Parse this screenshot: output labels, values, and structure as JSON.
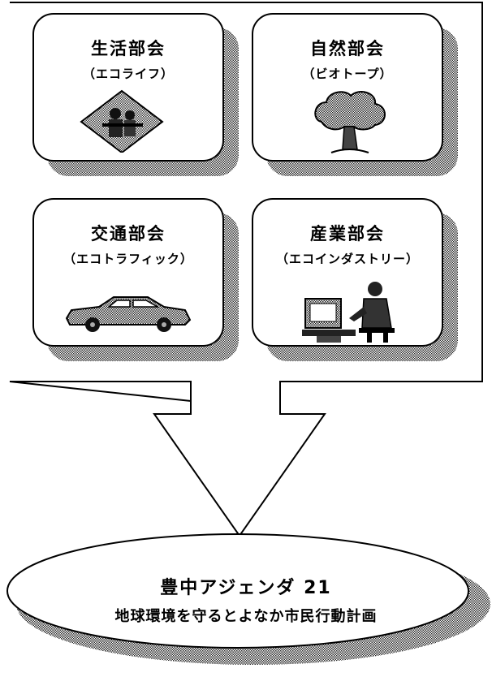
{
  "cards": [
    {
      "title": "生活部会",
      "subtitle": "（エコライフ）",
      "icon": "family-icon"
    },
    {
      "title": "自然部会",
      "subtitle": "（ビオトープ）",
      "icon": "tree-icon"
    },
    {
      "title": "交通部会",
      "subtitle": "（エコトラフィック）",
      "icon": "car-icon"
    },
    {
      "title": "産業部会",
      "subtitle": "（エコインダストリー）",
      "icon": "computer-worker-icon"
    }
  ],
  "goal": {
    "title": "豊中アジェンダ 21",
    "subtitle": "地球環境を守るとよなか市民行動計画"
  }
}
